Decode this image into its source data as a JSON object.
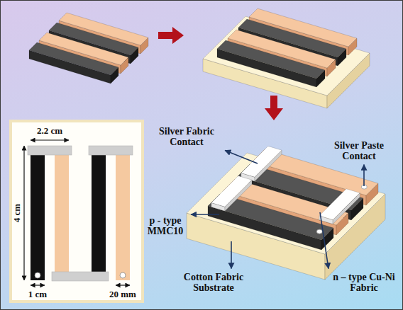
{
  "diagram": {
    "labels": [
      "Silver Fabric Contact",
      "2.2 cm",
      "Silver Paste Contact",
      "4 cm",
      "p - type MMC10",
      "1 cm",
      "20 mm",
      "Cotton Fabric Substrate",
      "n – type Cu-Ni Fabric"
    ]
  }
}
